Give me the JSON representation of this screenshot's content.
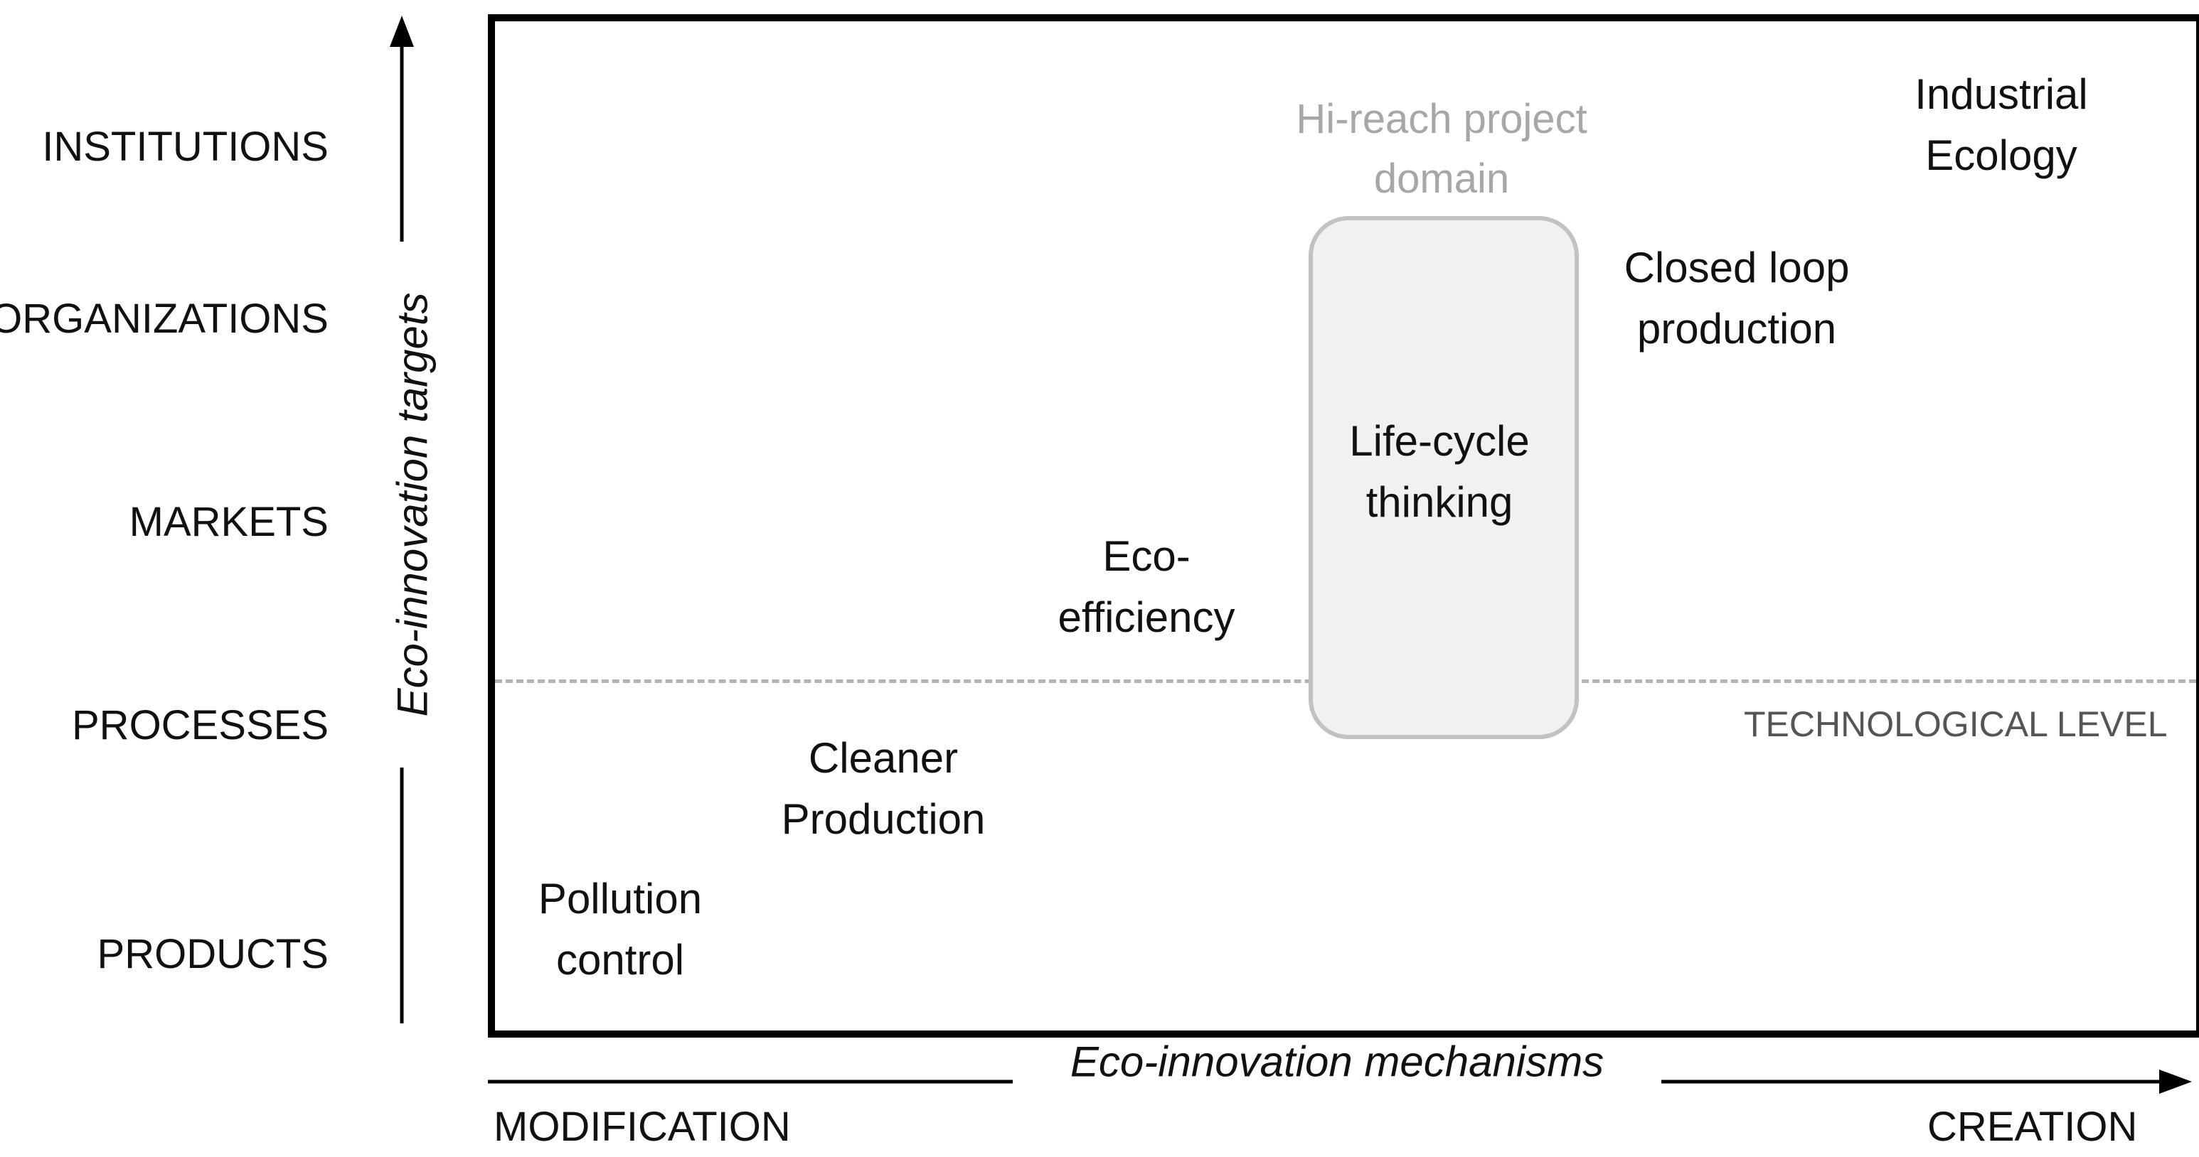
{
  "y_axis": {
    "title": "Eco-innovation targets",
    "levels": [
      "INSTITUTIONS",
      "ORGANIZATIONS",
      "MARKETS",
      "PROCESSES",
      "PRODUCTS"
    ]
  },
  "x_axis": {
    "title": "Eco-innovation mechanisms",
    "start_label": "MODIFICATION",
    "end_label": "CREATION"
  },
  "concepts": {
    "pollution_control": [
      "Pollution",
      "control"
    ],
    "cleaner_production": [
      "Cleaner",
      "Production"
    ],
    "eco_efficiency": [
      "Eco-",
      "efficiency"
    ],
    "life_cycle_thinking": [
      "Life-cycle",
      "thinking"
    ],
    "closed_loop_production": [
      "Closed loop",
      "production"
    ],
    "industrial_ecology": [
      "Industrial",
      "Ecology"
    ]
  },
  "hireach_domain": [
    "Hi-reach project",
    "domain"
  ],
  "technological_level": "TECHNOLOGICAL LEVEL",
  "colors": {
    "frame": "#000000",
    "dashed_line": "#b4b4b4",
    "hireach_box_fill": "#f1f1f1",
    "hireach_box_border": "#c2c2c2",
    "hireach_label": "#a7a7a7"
  }
}
